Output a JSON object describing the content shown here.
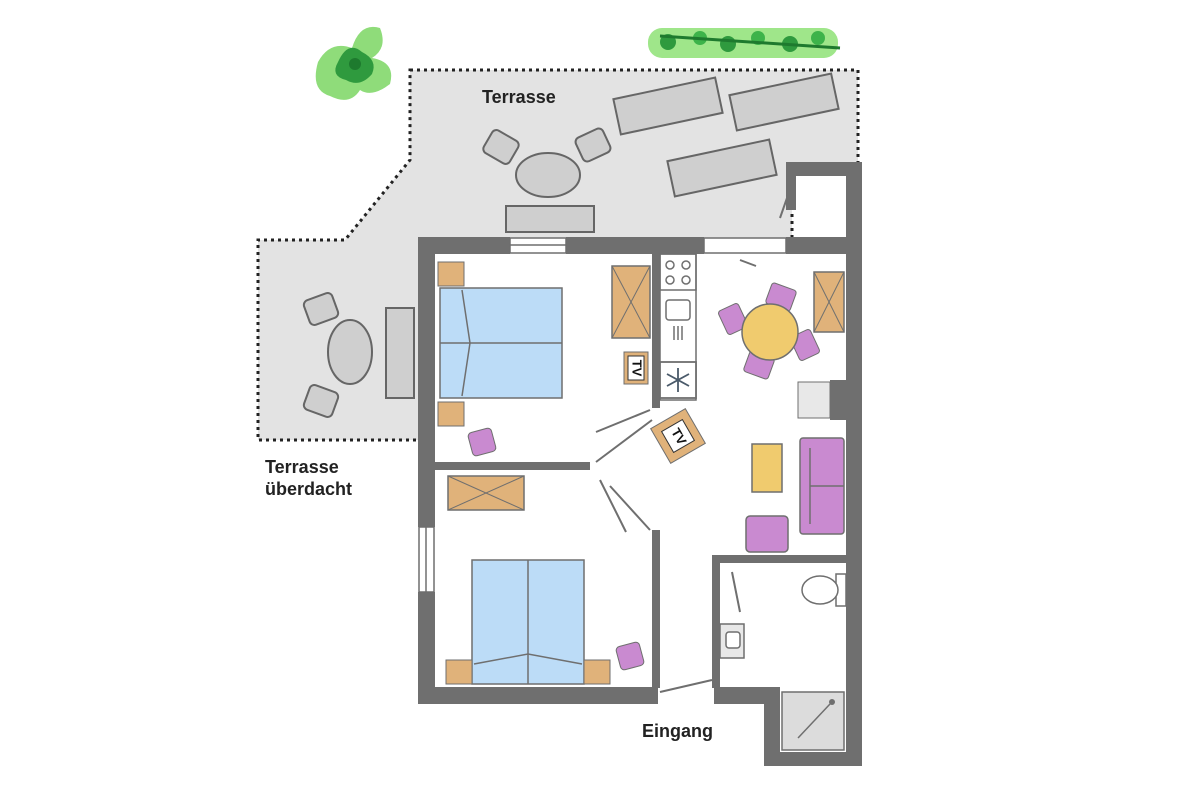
{
  "labels": {
    "terrace": "Terrasse",
    "covered_terrace_line1": "Terrasse",
    "covered_terrace_line2": "überdacht",
    "entrance": "Eingang",
    "tv_bedroom": "TV",
    "tv_living": "TV"
  },
  "colors": {
    "wall": "#6f6f6f",
    "terrace_floor": "#e3e3e3",
    "bed": "#bcdcf7",
    "furniture_wood": "#e0b27a",
    "chair_purple": "#c98ad0",
    "dining_table": "#f0cb6e",
    "plant_green": "#3db34a",
    "outdoor_furniture": "#cfcfcf"
  },
  "icons": [
    "tree-icon",
    "hedge-icon",
    "snowflake-icon",
    "toilet-icon",
    "shower-icon",
    "sink-icon",
    "stove-icon"
  ]
}
